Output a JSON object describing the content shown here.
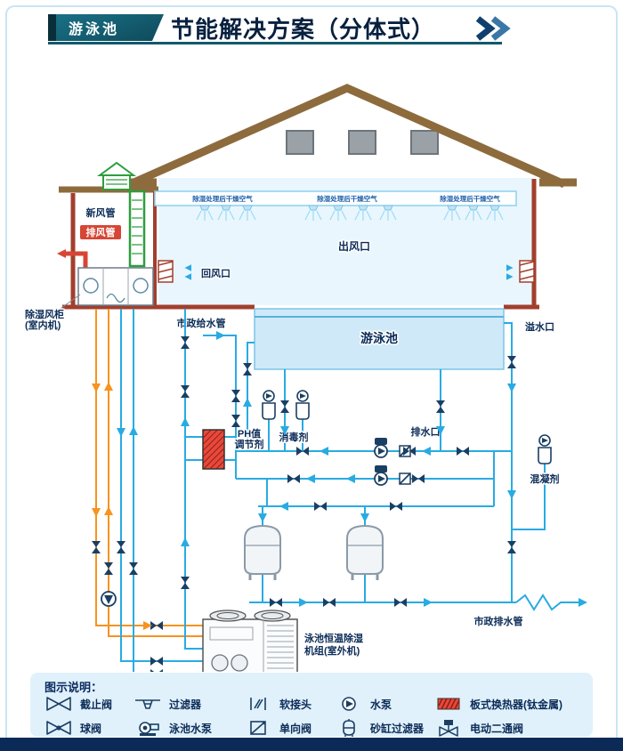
{
  "header": {
    "ribbon_label": "游泳池",
    "title": "节能解决方案（分体式）"
  },
  "diagram": {
    "building": {
      "fresh_air_duct": "新风管",
      "exhaust_duct": "排风管",
      "indoor_unit_line1": "除湿风柜",
      "indoor_unit_line2": "(室内机)",
      "dry_air_label": "除湿处理后干燥空气",
      "air_outlet": "出风口",
      "return_air": "回风口"
    },
    "pool": {
      "name": "游泳池",
      "overflow": "溢水口",
      "municipal_supply": "市政给水管",
      "drain_outlet": "排水口",
      "municipal_drain": "市政排水管"
    },
    "chemicals": {
      "ph_line1": "PH值",
      "ph_line2": "调节剂",
      "disinfectant": "消毒剂",
      "coagulant": "混凝剂"
    },
    "outdoor_unit_line1": "泳池恒温除湿",
    "outdoor_unit_line2": "机组(室外机)"
  },
  "legend": {
    "title": "图示说明：",
    "items": [
      {
        "symbol": "stop-valve",
        "label": "截止阀"
      },
      {
        "symbol": "filter",
        "label": "过滤器"
      },
      {
        "symbol": "soft-joint",
        "label": "软接头"
      },
      {
        "symbol": "water-pump",
        "label": "水泵"
      },
      {
        "symbol": "plate-heat-exchanger",
        "label": "板式换热器(钛金属)"
      },
      {
        "symbol": "ball-valve",
        "label": "球阀"
      },
      {
        "symbol": "pool-pump",
        "label": "泳池水泵"
      },
      {
        "symbol": "check-valve",
        "label": "单向阀"
      },
      {
        "symbol": "sand-filter",
        "label": "砂缸过滤器"
      },
      {
        "symbol": "electric-two-way-valve",
        "label": "电动二通阀"
      }
    ]
  },
  "colors": {
    "pipe_blue": "#29abe2",
    "pipe_orange": "#f7931e",
    "navy_text": "#0b2b57",
    "roof_brown": "#8d6b3d",
    "wall_red": "#a23f2e",
    "duct_green": "#2e9e3e",
    "pool_fill": "#cfe9f8",
    "hx_red": "#e8483a",
    "legend_bg": "#e0f1fb",
    "header_teal": "#11596b",
    "footer_navy": "#0c2a57"
  }
}
